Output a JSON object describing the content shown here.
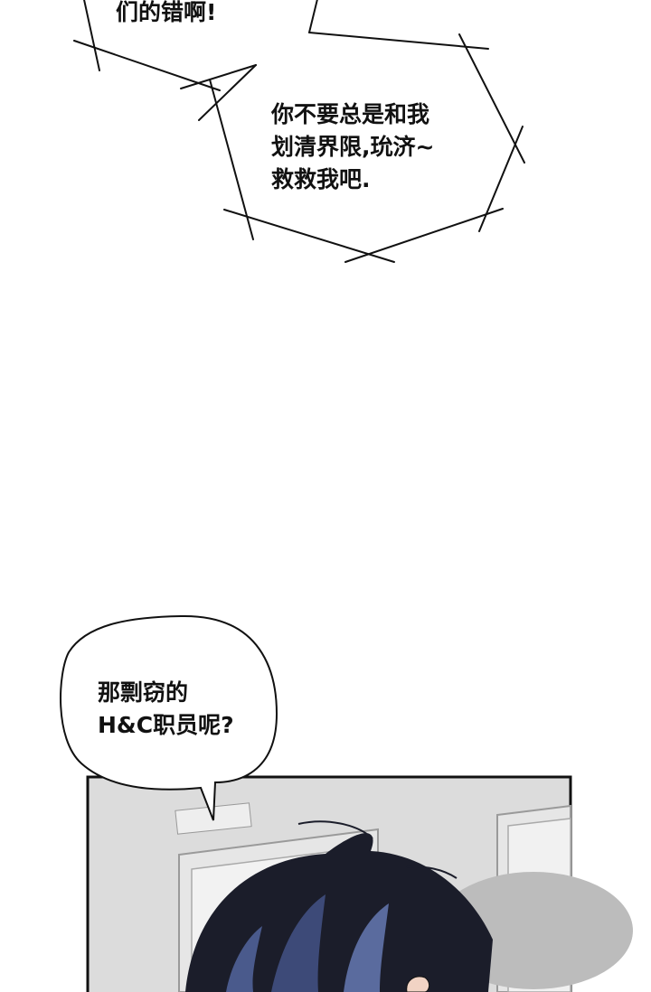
{
  "bubble_top": {
    "line": "们的错啊!"
  },
  "bubble_spiky": {
    "text": "你不要总是和我\n划清界限,玧济~\n救救我吧."
  },
  "bubble_round": {
    "text": "那剽窃的\nH&C职员呢?"
  },
  "panel": {
    "description_colors": {
      "wall": "#dcdcdc",
      "hair": "#1b1d2a",
      "hair_highlight": "#5a6b9e",
      "skin": "#f1d3c4"
    }
  }
}
